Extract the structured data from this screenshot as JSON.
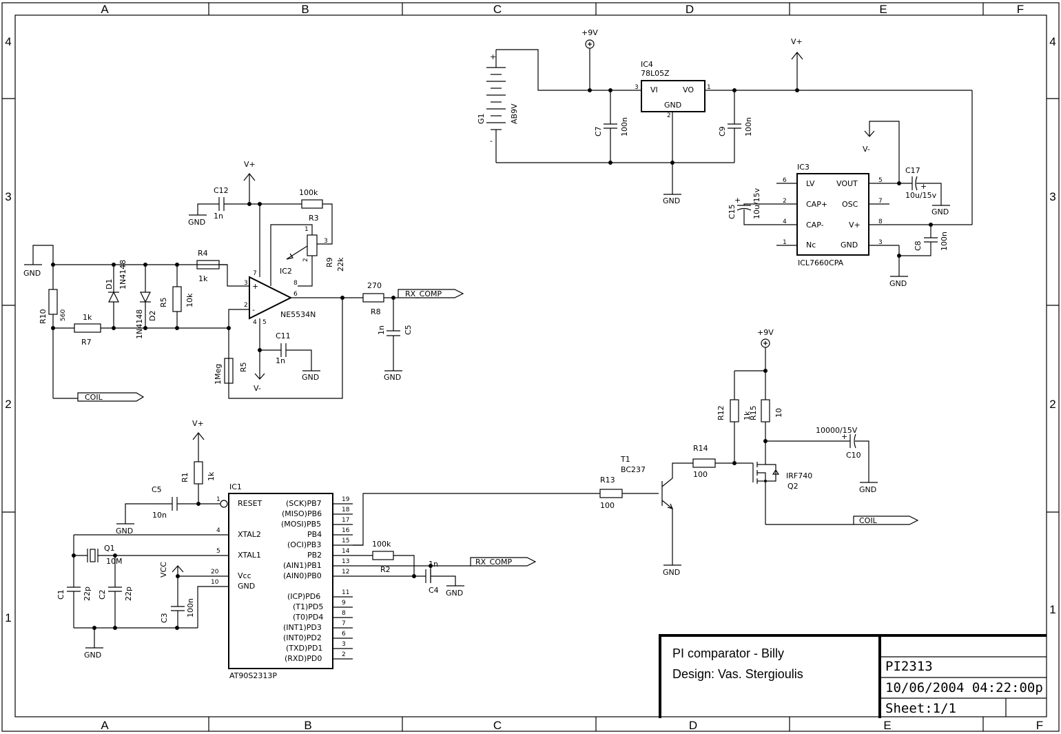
{
  "title_block": {
    "title": "PI comparator - Billy",
    "designer": "Design: Vas. Stergioulis",
    "drawing_id": "PI2313",
    "datetime": "10/06/2004 04:22:00p",
    "sheet": "Sheet:1/1"
  },
  "frame": {
    "columns": [
      "A",
      "B",
      "C",
      "D",
      "E",
      "F"
    ],
    "rows": [
      "4",
      "3",
      "2",
      "1"
    ]
  },
  "ics": {
    "ic1": {
      "ref": "IC1",
      "part": "AT90S2313P",
      "left_pins": [
        {
          "num": "1",
          "name": "RESET"
        },
        {
          "num": "4",
          "name": "XTAL2"
        },
        {
          "num": "5",
          "name": "XTAL1"
        },
        {
          "num": "20",
          "name": "Vcc"
        },
        {
          "num": "10",
          "name": "GND"
        }
      ],
      "right_pins": [
        {
          "num": "19",
          "name": "(SCK)PB7"
        },
        {
          "num": "18",
          "name": "(MISO)PB6"
        },
        {
          "num": "17",
          "name": "(MOSI)PB5"
        },
        {
          "num": "16",
          "name": "PB4"
        },
        {
          "num": "15",
          "name": "(OCI)PB3"
        },
        {
          "num": "14",
          "name": "PB2"
        },
        {
          "num": "13",
          "name": "(AIN1)PB1"
        },
        {
          "num": "12",
          "name": "(AIN0)PB0"
        },
        {
          "num": "11",
          "name": "(ICP)PD6"
        },
        {
          "num": "9",
          "name": "(T1)PD5"
        },
        {
          "num": "8",
          "name": "(T0)PD4"
        },
        {
          "num": "7",
          "name": "(INT1)PD3"
        },
        {
          "num": "6",
          "name": "(INT0)PD2"
        },
        {
          "num": "3",
          "name": "(TXD)PD1"
        },
        {
          "num": "2",
          "name": "(RXD)PD0"
        }
      ]
    },
    "ic2": {
      "ref": "IC2",
      "part": "NE5534N"
    },
    "ic3": {
      "ref": "IC3",
      "part": "ICL7660CPA",
      "left_pins": [
        {
          "num": "6",
          "name": "LV"
        },
        {
          "num": "2",
          "name": "CAP+"
        },
        {
          "num": "4",
          "name": "CAP-"
        },
        {
          "num": "1",
          "name": "Nc"
        }
      ],
      "right_pins": [
        {
          "num": "5",
          "name": "VOUT"
        },
        {
          "num": "7",
          "name": "OSC"
        },
        {
          "num": "8",
          "name": "V+"
        },
        {
          "num": "3",
          "name": "GND"
        }
      ]
    },
    "ic4": {
      "ref": "IC4",
      "part": "78L05Z",
      "pin_vi": "VI",
      "pin_vo": "VO",
      "pin_gnd": "GND"
    }
  },
  "components": {
    "R1": {
      "ref": "R1",
      "value": "1k"
    },
    "R2": {
      "ref": "R2",
      "value": "100k"
    },
    "R3": {
      "ref": "R3",
      "value": "100k"
    },
    "R4": {
      "ref": "R4",
      "value": "1k"
    },
    "R5a": {
      "ref": "R5",
      "value": "10k"
    },
    "R5b": {
      "ref": "R5",
      "value": "1Meg"
    },
    "R7": {
      "ref": "R7",
      "value": "1k"
    },
    "R8": {
      "ref": "R8",
      "value": "270"
    },
    "R9": {
      "ref": "R9",
      "value": "22k"
    },
    "R10": {
      "ref": "R10",
      "value": "560"
    },
    "R12": {
      "ref": "R12",
      "value": "1k"
    },
    "R13": {
      "ref": "R13",
      "value": "100"
    },
    "R14": {
      "ref": "R14",
      "value": "100"
    },
    "R15": {
      "ref": "R15",
      "value": "10"
    },
    "C1": {
      "ref": "C1",
      "value": "22p"
    },
    "C2": {
      "ref": "C2",
      "value": "22p"
    },
    "C3": {
      "ref": "C3",
      "value": "100n"
    },
    "C4": {
      "ref": "C4",
      "value": "1n"
    },
    "C5a": {
      "ref": "C5",
      "value": "10n"
    },
    "C5b": {
      "ref": "C5",
      "value": "1n"
    },
    "C7": {
      "ref": "C7",
      "value": "100n"
    },
    "C8": {
      "ref": "C8",
      "value": "100n"
    },
    "C9": {
      "ref": "C9",
      "value": "100n"
    },
    "C10": {
      "ref": "C10",
      "value": "10000/15V"
    },
    "C11": {
      "ref": "C11",
      "value": "1n"
    },
    "C12": {
      "ref": "C12",
      "value": "1n"
    },
    "C15": {
      "ref": "C15",
      "value": "10u/15v"
    },
    "C17": {
      "ref": "C17",
      "value": "10u/15v"
    },
    "D1": {
      "ref": "D1",
      "value": "1N4148"
    },
    "D2": {
      "ref": "D2",
      "value": "1N4148"
    },
    "Q1": {
      "ref": "Q1",
      "value": "10M"
    },
    "Q2": {
      "ref": "Q2",
      "value": "IRF740"
    },
    "T1": {
      "ref": "T1",
      "value": "BC237"
    },
    "G1": {
      "ref": "G1",
      "value": "AB9V"
    }
  },
  "nets": {
    "gnd": "GND",
    "vplus": "V+",
    "vminus": "V-",
    "p9v": "+9V",
    "vcc": "VCC",
    "coil": "COIL",
    "rx_comp": "RX_COMP"
  },
  "opamp_pins": {
    "p2": "2",
    "p3": "3",
    "p4": "4",
    "p5": "5",
    "p6": "6",
    "p7": "7",
    "p8": "8"
  },
  "pot_pins": {
    "p1": "1",
    "p2": "2",
    "p3": "3"
  },
  "reg_pins": {
    "p1": "1",
    "p2": "2",
    "p3": "3"
  }
}
